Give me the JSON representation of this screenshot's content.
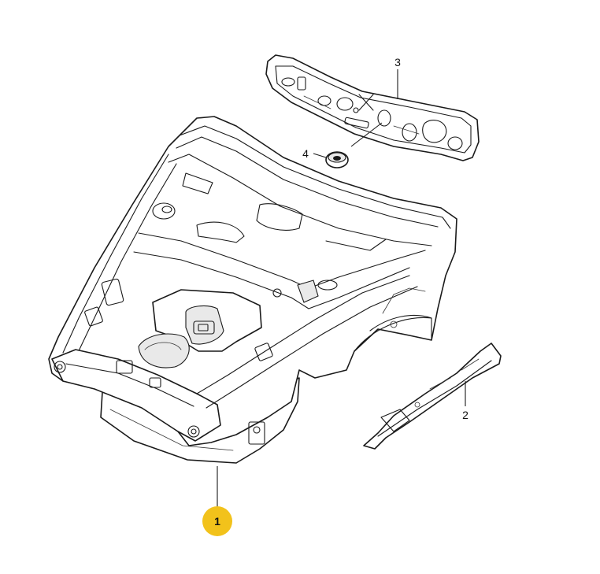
{
  "callouts": [
    {
      "id": "1",
      "label": "1",
      "highlighted": true
    },
    {
      "id": "2",
      "label": "2",
      "highlighted": false
    },
    {
      "id": "3",
      "label": "3",
      "highlighted": false
    },
    {
      "id": "4",
      "label": "4",
      "highlighted": false
    }
  ],
  "colors": {
    "highlight_badge": "#f2c21b",
    "line": "#1a1a1a",
    "background": "#ffffff"
  }
}
